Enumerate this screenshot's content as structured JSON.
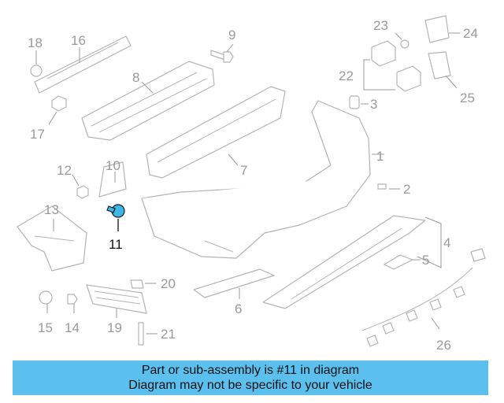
{
  "diagram": {
    "highlighted_callout": "11",
    "highlight_color": "#3fb6e8",
    "part_color": "#b4b4b4",
    "callouts": [
      "1",
      "2",
      "3",
      "4",
      "5",
      "6",
      "7",
      "8",
      "9",
      "10",
      "11",
      "12",
      "13",
      "14",
      "15",
      "16",
      "17",
      "18",
      "19",
      "20",
      "21",
      "22",
      "23",
      "24",
      "25",
      "26"
    ]
  },
  "banner": {
    "line1": "Part or sub-assembly is #11 in diagram",
    "line2": "Diagram may not be specific to your vehicle",
    "background": "#5bc0ee"
  }
}
